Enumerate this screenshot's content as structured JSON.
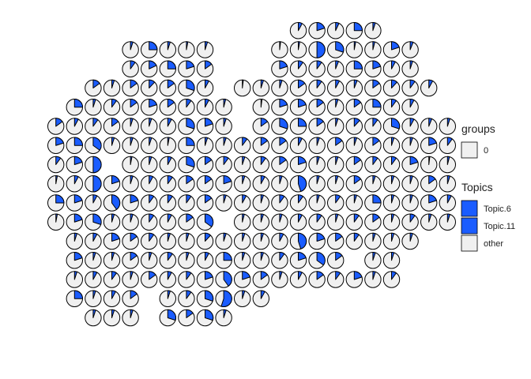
{
  "chart_data": {
    "type": "scatter-pie",
    "title": "",
    "xlabel": "",
    "ylabel": "",
    "grid": false,
    "legend_position": "right",
    "colors": {
      "Topic.6": "#1a5cff",
      "Topic.11": "#1a5cff",
      "other": "#f0f0f0",
      "groups_fill": "#f0f0f0",
      "outline": "#000000"
    },
    "legend": {
      "groups": {
        "title": "groups",
        "entries": [
          "0"
        ]
      },
      "topics": {
        "title": "Topics",
        "entries": [
          "Topic.6",
          "Topic.11",
          "other"
        ]
      }
    },
    "rows": [
      {
        "y": 1,
        "cells": [
          [
            15,
            0.08
          ],
          [
            16,
            0.2
          ],
          [
            17,
            0.07
          ],
          [
            18,
            0.25
          ],
          [
            19,
            0.05
          ]
        ]
      },
      {
        "y": 2,
        "cells": [
          [
            6,
            0.05
          ],
          [
            7,
            0.25
          ],
          [
            8,
            0.05
          ],
          [
            9,
            0.03
          ],
          [
            10,
            0.05
          ],
          [
            14,
            0.02
          ],
          [
            15,
            0.03
          ],
          [
            16,
            0.5
          ],
          [
            17,
            0.3
          ],
          [
            18,
            0.03
          ],
          [
            19,
            0.04
          ],
          [
            20,
            0.2
          ],
          [
            21,
            0.06
          ]
        ]
      },
      {
        "y": 3,
        "cells": [
          [
            6,
            0.1
          ],
          [
            7,
            0.18
          ],
          [
            8,
            0.25
          ],
          [
            9,
            0.2
          ],
          [
            10,
            0.15
          ],
          [
            14,
            0.2
          ],
          [
            15,
            0.1
          ],
          [
            16,
            0.1
          ],
          [
            17,
            0.06
          ],
          [
            18,
            0.25
          ],
          [
            19,
            0.2
          ],
          [
            20,
            0.08
          ],
          [
            21,
            0.05
          ]
        ]
      },
      {
        "y": 4,
        "cells": [
          [
            4,
            0.15
          ],
          [
            5,
            0.05
          ],
          [
            6,
            0.15
          ],
          [
            7,
            0.12
          ],
          [
            8,
            0.15
          ],
          [
            9,
            0.3
          ],
          [
            10,
            0.08
          ],
          [
            12,
            0.02
          ],
          [
            13,
            0.05
          ],
          [
            14,
            0.05
          ],
          [
            15,
            0.15
          ],
          [
            16,
            0.1
          ],
          [
            17,
            0.08
          ],
          [
            18,
            0.06
          ],
          [
            19,
            0.15
          ],
          [
            20,
            0.12
          ],
          [
            21,
            0.1
          ],
          [
            22,
            0.08
          ]
        ]
      },
      {
        "y": 5,
        "cells": [
          [
            3,
            0.25
          ],
          [
            4,
            0.05
          ],
          [
            5,
            0.1
          ],
          [
            6,
            0.15
          ],
          [
            7,
            0.2
          ],
          [
            8,
            0.15
          ],
          [
            9,
            0.1
          ],
          [
            10,
            0.08
          ],
          [
            11,
            0.04
          ],
          [
            13,
            0.02
          ],
          [
            14,
            0.2
          ],
          [
            15,
            0.2
          ],
          [
            16,
            0.15
          ],
          [
            17,
            0.05
          ],
          [
            18,
            0.15
          ],
          [
            19,
            0.25
          ],
          [
            20,
            0.1
          ],
          [
            21,
            0.08
          ]
        ]
      },
      {
        "y": 6,
        "cells": [
          [
            2,
            0.15
          ],
          [
            3,
            0.08
          ],
          [
            4,
            0.1
          ],
          [
            5,
            0.15
          ],
          [
            6,
            0.05
          ],
          [
            7,
            0.05
          ],
          [
            8,
            0.08
          ],
          [
            9,
            0.3
          ],
          [
            10,
            0.2
          ],
          [
            11,
            0.05
          ],
          [
            13,
            0.15
          ],
          [
            14,
            0.3
          ],
          [
            15,
            0.25
          ],
          [
            16,
            0.15
          ],
          [
            17,
            0.05
          ],
          [
            18,
            0.12
          ],
          [
            19,
            0.1
          ],
          [
            20,
            0.3
          ],
          [
            21,
            0.08
          ],
          [
            22,
            0.06
          ],
          [
            23,
            0.05
          ]
        ]
      },
      {
        "y": 7,
        "cells": [
          [
            2,
            0.2
          ],
          [
            3,
            0.25
          ],
          [
            4,
            0.35
          ],
          [
            5,
            0.05
          ],
          [
            6,
            0.05
          ],
          [
            7,
            0.05
          ],
          [
            8,
            0.03
          ],
          [
            9,
            0.25
          ],
          [
            10,
            0.05
          ],
          [
            11,
            0.05
          ],
          [
            12,
            0.1
          ],
          [
            13,
            0.15
          ],
          [
            14,
            0.15
          ],
          [
            15,
            0.08
          ],
          [
            16,
            0.05
          ],
          [
            17,
            0.15
          ],
          [
            18,
            0.05
          ],
          [
            19,
            0.15
          ],
          [
            20,
            0.05
          ],
          [
            21,
            0.05
          ],
          [
            22,
            0.2
          ],
          [
            23,
            0.1
          ]
        ]
      },
      {
        "y": 8,
        "cells": [
          [
            2,
            0.1
          ],
          [
            3,
            0.2
          ],
          [
            4,
            0.5
          ],
          [
            6,
            0.03
          ],
          [
            7,
            0.05
          ],
          [
            8,
            0.08
          ],
          [
            9,
            0.3
          ],
          [
            10,
            0.15
          ],
          [
            11,
            0.1
          ],
          [
            12,
            0.05
          ],
          [
            13,
            0.1
          ],
          [
            14,
            0.15
          ],
          [
            15,
            0.2
          ],
          [
            16,
            0.05
          ],
          [
            17,
            0.05
          ],
          [
            18,
            0.15
          ],
          [
            19,
            0.1
          ],
          [
            20,
            0.1
          ],
          [
            21,
            0.2
          ],
          [
            22,
            0.02
          ],
          [
            23,
            0.04
          ]
        ]
      },
      {
        "y": 9,
        "cells": [
          [
            2,
            0.03
          ],
          [
            3,
            0.08
          ],
          [
            4,
            0.5
          ],
          [
            5,
            0.2
          ],
          [
            6,
            0.05
          ],
          [
            7,
            0.08
          ],
          [
            8,
            0.1
          ],
          [
            9,
            0.15
          ],
          [
            10,
            0.15
          ],
          [
            11,
            0.2
          ],
          [
            12,
            0.05
          ],
          [
            13,
            0.08
          ],
          [
            14,
            0.05
          ],
          [
            15,
            0.45
          ],
          [
            16,
            0.05
          ],
          [
            17,
            0.05
          ],
          [
            18,
            0.15
          ],
          [
            19,
            0.05
          ],
          [
            20,
            0.05
          ],
          [
            21,
            0.05
          ],
          [
            22,
            0.15
          ],
          [
            23,
            0.05
          ]
        ]
      },
      {
        "y": 10,
        "cells": [
          [
            2,
            0.25
          ],
          [
            3,
            0.2
          ],
          [
            4,
            0.08
          ],
          [
            5,
            0.4
          ],
          [
            6,
            0.2
          ],
          [
            7,
            0.1
          ],
          [
            8,
            0.1
          ],
          [
            9,
            0.1
          ],
          [
            10,
            0.15
          ],
          [
            11,
            0.05
          ],
          [
            12,
            0.08
          ],
          [
            13,
            0.05
          ],
          [
            14,
            0.1
          ],
          [
            15,
            0.1
          ],
          [
            16,
            0.05
          ],
          [
            17,
            0.1
          ],
          [
            18,
            0.05
          ],
          [
            19,
            0.25
          ],
          [
            20,
            0.05
          ],
          [
            21,
            0.05
          ],
          [
            22,
            0.2
          ],
          [
            23,
            0.08
          ]
        ]
      },
      {
        "y": 11,
        "cells": [
          [
            2,
            0.03
          ],
          [
            3,
            0.2
          ],
          [
            4,
            0.3
          ],
          [
            5,
            0.05
          ],
          [
            6,
            0.05
          ],
          [
            7,
            0.1
          ],
          [
            8,
            0.08
          ],
          [
            9,
            0.15
          ],
          [
            10,
            0.35
          ],
          [
            12,
            0.04
          ],
          [
            13,
            0.05
          ],
          [
            14,
            0.05
          ],
          [
            15,
            0.08
          ],
          [
            16,
            0.1
          ],
          [
            17,
            0.05
          ],
          [
            18,
            0.1
          ],
          [
            19,
            0.15
          ],
          [
            20,
            0.05
          ],
          [
            21,
            0.1
          ],
          [
            22,
            0.05
          ],
          [
            23,
            0.05
          ]
        ]
      },
      {
        "y": 12,
        "cells": [
          [
            3,
            0.05
          ],
          [
            4,
            0.08
          ],
          [
            5,
            0.2
          ],
          [
            6,
            0.15
          ],
          [
            7,
            0.1
          ],
          [
            8,
            0.05
          ],
          [
            9,
            0.05
          ],
          [
            10,
            0.12
          ],
          [
            11,
            0.05
          ],
          [
            12,
            0.05
          ],
          [
            13,
            0.05
          ],
          [
            14,
            0.08
          ],
          [
            15,
            0.45
          ],
          [
            16,
            0.2
          ],
          [
            17,
            0.15
          ],
          [
            18,
            0.1
          ],
          [
            19,
            0.05
          ],
          [
            20,
            0.05
          ],
          [
            21,
            0.05
          ]
        ]
      },
      {
        "y": 13,
        "cells": [
          [
            3,
            0.2
          ],
          [
            4,
            0.05
          ],
          [
            5,
            0.05
          ],
          [
            6,
            0.15
          ],
          [
            7,
            0.05
          ],
          [
            8,
            0.1
          ],
          [
            9,
            0.05
          ],
          [
            10,
            0.08
          ],
          [
            11,
            0.25
          ],
          [
            12,
            0.05
          ],
          [
            13,
            0.05
          ],
          [
            14,
            0.1
          ],
          [
            15,
            0.2
          ],
          [
            16,
            0.35
          ],
          [
            17,
            0.15
          ],
          [
            19,
            0.05
          ],
          [
            20,
            0.05
          ]
        ]
      },
      {
        "y": 14,
        "cells": [
          [
            3,
            0.05
          ],
          [
            4,
            0.08
          ],
          [
            5,
            0.1
          ],
          [
            6,
            0.05
          ],
          [
            7,
            0.15
          ],
          [
            8,
            0.08
          ],
          [
            9,
            0.1
          ],
          [
            10,
            0.2
          ],
          [
            11,
            0.4
          ],
          [
            12,
            0.2
          ],
          [
            13,
            0.15
          ],
          [
            14,
            0.05
          ],
          [
            15,
            0.08
          ],
          [
            16,
            0.15
          ],
          [
            17,
            0.1
          ],
          [
            18,
            0.2
          ],
          [
            19,
            0.05
          ],
          [
            20,
            0.1
          ]
        ]
      },
      {
        "y": 15,
        "cells": [
          [
            3,
            0.25
          ],
          [
            4,
            0.05
          ],
          [
            5,
            0.08
          ],
          [
            6,
            0.15
          ],
          [
            8,
            0.05
          ],
          [
            9,
            0.1
          ],
          [
            10,
            0.3
          ],
          [
            11,
            0.55
          ],
          [
            12,
            0.05
          ],
          [
            13,
            0.08
          ]
        ]
      },
      {
        "y": 16,
        "cells": [
          [
            4,
            0.05
          ],
          [
            5,
            0.05
          ],
          [
            6,
            0.05
          ],
          [
            8,
            0.3
          ],
          [
            9,
            0.15
          ],
          [
            10,
            0.3
          ],
          [
            11,
            0.05
          ]
        ]
      }
    ]
  }
}
